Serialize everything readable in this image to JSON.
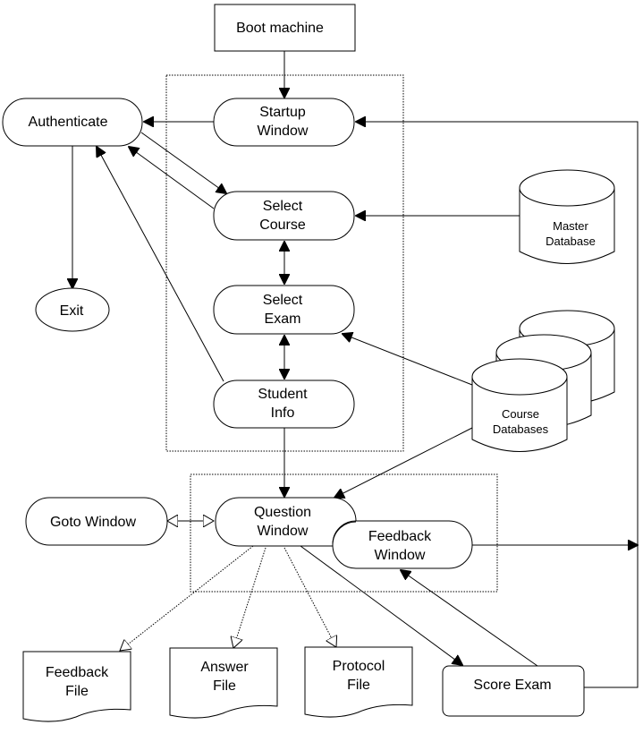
{
  "diagram": {
    "nodes": {
      "boot_machine": {
        "lines": [
          "Boot machine"
        ],
        "shape": "rectangle"
      },
      "authenticate": {
        "lines": [
          "Authenticate"
        ],
        "shape": "rounded"
      },
      "startup_window": {
        "lines": [
          "Startup",
          "Window"
        ],
        "shape": "rounded"
      },
      "select_course": {
        "lines": [
          "Select",
          "Course"
        ],
        "shape": "rounded"
      },
      "select_exam": {
        "lines": [
          "Select",
          "Exam"
        ],
        "shape": "rounded"
      },
      "student_info": {
        "lines": [
          "Student",
          "Info"
        ],
        "shape": "rounded"
      },
      "exit": {
        "lines": [
          "Exit"
        ],
        "shape": "ellipse"
      },
      "master_database": {
        "lines": [
          "Master",
          "Database"
        ],
        "shape": "cylinder"
      },
      "course_databases": {
        "lines": [
          "Course",
          "Databases"
        ],
        "shape": "stacked-cylinders"
      },
      "goto_window": {
        "lines": [
          "Goto Window"
        ],
        "shape": "rounded"
      },
      "question_window": {
        "lines": [
          "Question",
          "Window"
        ],
        "shape": "rounded"
      },
      "feedback_window": {
        "lines": [
          "Feedback",
          "Window"
        ],
        "shape": "rounded"
      },
      "feedback_file": {
        "lines": [
          "Feedback",
          "File"
        ],
        "shape": "document"
      },
      "answer_file": {
        "lines": [
          "Answer",
          "File"
        ],
        "shape": "document"
      },
      "protocol_file": {
        "lines": [
          "Protocol",
          "File"
        ],
        "shape": "document"
      },
      "score_exam": {
        "lines": [
          "Score Exam"
        ],
        "shape": "rounded-rectangle"
      }
    },
    "edges": [
      {
        "from": "boot_machine",
        "to": "startup_window",
        "style": "solid"
      },
      {
        "from": "startup_window",
        "to": "authenticate",
        "style": "solid"
      },
      {
        "from": "authenticate",
        "to": "select_course",
        "style": "solid"
      },
      {
        "from": "select_course",
        "to": "authenticate",
        "style": "solid"
      },
      {
        "from": "student_info",
        "to": "authenticate",
        "style": "solid"
      },
      {
        "from": "authenticate",
        "to": "exit",
        "style": "solid"
      },
      {
        "from": "master_database",
        "to": "select_course",
        "style": "solid"
      },
      {
        "from": "select_course",
        "to": "select_exam",
        "style": "solid",
        "bidirectional": true
      },
      {
        "from": "select_exam",
        "to": "student_info",
        "style": "solid",
        "bidirectional": true
      },
      {
        "from": "course_databases",
        "to": "select_exam",
        "style": "solid"
      },
      {
        "from": "course_databases",
        "to": "question_window",
        "style": "solid"
      },
      {
        "from": "student_info",
        "to": "question_window",
        "style": "solid"
      },
      {
        "from": "question_window",
        "to": "goto_window",
        "style": "solid-open-arrow",
        "bidirectional": true
      },
      {
        "from": "question_window",
        "to": "feedback_file",
        "style": "dotted"
      },
      {
        "from": "question_window",
        "to": "answer_file",
        "style": "dotted"
      },
      {
        "from": "question_window",
        "to": "protocol_file",
        "style": "dotted"
      },
      {
        "from": "question_window",
        "to": "score_exam",
        "style": "solid"
      },
      {
        "from": "score_exam",
        "to": "feedback_window",
        "style": "solid"
      },
      {
        "from": "score_exam",
        "to": "startup_window",
        "style": "solid"
      },
      {
        "from": "feedback_window",
        "to": "startup_window",
        "style": "solid"
      }
    ],
    "groups": [
      {
        "name": "selection-group",
        "members": [
          "startup_window",
          "select_course",
          "select_exam",
          "student_info"
        ],
        "style": "dotted"
      },
      {
        "name": "exam-group",
        "members": [
          "question_window",
          "feedback_window"
        ],
        "style": "dotted"
      }
    ]
  }
}
